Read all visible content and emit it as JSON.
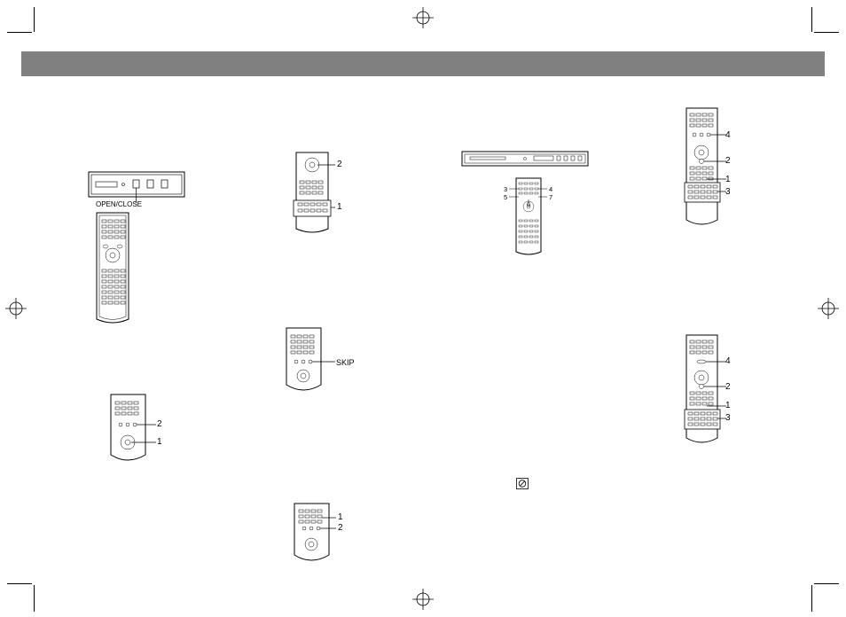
{
  "header_band": {
    "color": "#808080"
  },
  "figures": {
    "player_open_close": {
      "button_label": "OPEN/CLOSE"
    },
    "remote_top_center": {
      "callouts": [
        "2",
        "1"
      ]
    },
    "remote_skip": {
      "callouts": [
        "SKIP"
      ]
    },
    "remote_left_bottom": {
      "callouts": [
        "2",
        "1"
      ]
    },
    "remote_center_bottom": {
      "callouts": [
        "1",
        "2"
      ]
    },
    "player_and_remote": {
      "callouts": [
        "3",
        "4",
        "5",
        "6",
        "7"
      ]
    },
    "remote_right_top": {
      "callouts": [
        "4",
        "2",
        "1",
        "3"
      ]
    },
    "remote_right_bottom": {
      "callouts": [
        "4",
        "2",
        "1",
        "3"
      ]
    }
  },
  "prohibited_icon": {
    "name": "prohibited-icon"
  }
}
